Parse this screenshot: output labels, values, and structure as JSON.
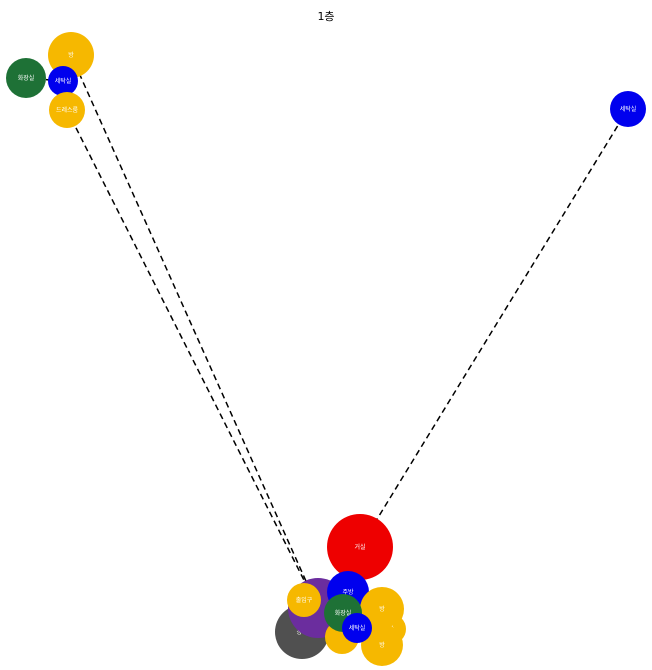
{
  "title": "1층",
  "rooms": [
    {
      "id": "bang_top",
      "label": "방",
      "color": "#F6B800"
    },
    {
      "id": "hwajangsil_top",
      "label": "화장실",
      "color": "#1E7136"
    },
    {
      "id": "sedaksil_top",
      "label": "세탁실",
      "color": "#0000EE"
    },
    {
      "id": "dressroom",
      "label": "드레스룸",
      "color": "#F6B800"
    },
    {
      "id": "sedaksil_right",
      "label": "세탁실",
      "color": "#0000EE"
    },
    {
      "id": "changgo",
      "label": "창고",
      "color": "#505050"
    },
    {
      "id": "purple_room",
      "label": "",
      "color": "#6B2D9E"
    },
    {
      "id": "yellow_bottom_center",
      "label": "",
      "color": "#F6B800"
    },
    {
      "id": "geosil",
      "label": "거실",
      "color": "#EE0000"
    },
    {
      "id": "jubang",
      "label": "주방",
      "color": "#0000EE"
    },
    {
      "id": "bang_b1",
      "label": "방",
      "color": "#F6B800"
    },
    {
      "id": "bang_b2",
      "label": "방",
      "color": "#F6B800"
    },
    {
      "id": "bang_b3",
      "label": "방",
      "color": "#F6B800"
    },
    {
      "id": "hwajangsil_bottom",
      "label": "화장실",
      "color": "#1E7136"
    },
    {
      "id": "sedaksil_bottom",
      "label": "세탁실",
      "color": "#0000EE"
    },
    {
      "id": "chulipgu",
      "label": "출입구",
      "color": "#F6B800"
    }
  ],
  "connections": [
    {
      "from": "bang_top",
      "to": "purple_room"
    },
    {
      "from": "dressroom",
      "to": "purple_room"
    },
    {
      "from": "sedaksil_right",
      "to": "geosil"
    },
    {
      "from": "hwajangsil_top",
      "to": "sedaksil_top"
    }
  ]
}
